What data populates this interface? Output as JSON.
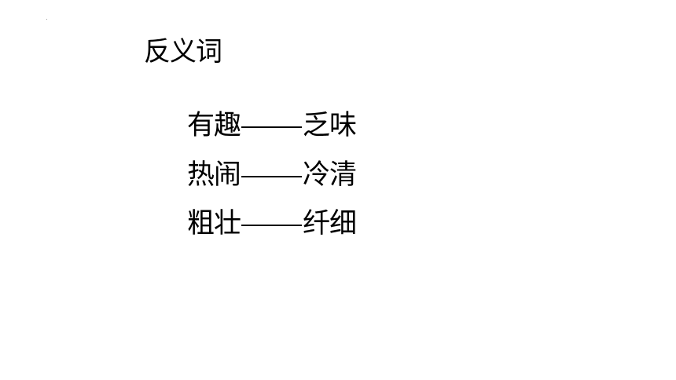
{
  "title": "反义词",
  "pairs": [
    {
      "word": "有趣",
      "separator": "——",
      "antonym": "乏味"
    },
    {
      "word": "热闹",
      "separator": "——",
      "antonym": "冷清"
    },
    {
      "word": "粗壮",
      "separator": "——",
      "antonym": "纤细"
    }
  ]
}
